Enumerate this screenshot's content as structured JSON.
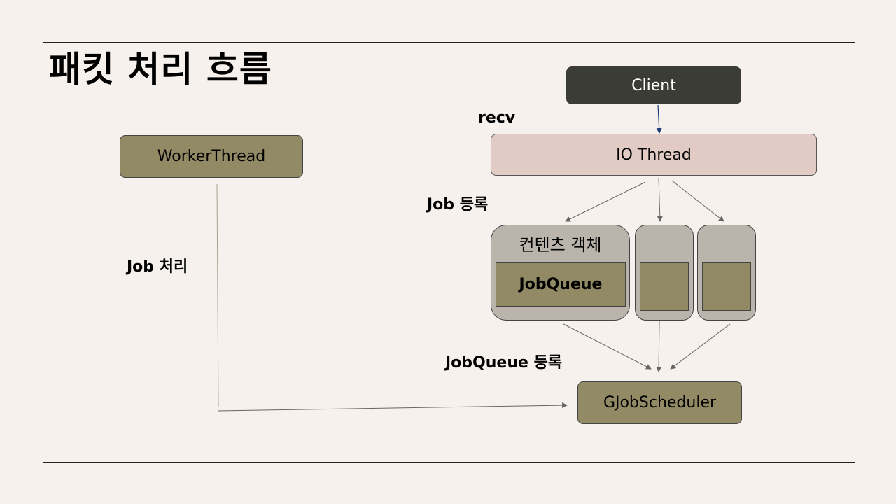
{
  "slide": {
    "title": "패킷 처리 흐름"
  },
  "nodes": {
    "client": "Client",
    "io_thread": "IO Thread",
    "worker_thread": "WorkerThread",
    "scheduler": "GJobScheduler",
    "content_object": "컨텐츠 객체",
    "job_queue": "JobQueue"
  },
  "edge_labels": {
    "recv": "recv",
    "job_register": "Job 등록",
    "job_process": "Job 처리",
    "jobqueue_register": "JobQueue 등록"
  },
  "colors": {
    "background": "#f6f1ed",
    "client": "#3b3c36",
    "io_thread": "#e2cbc5",
    "olive": "#918a64",
    "content": "#bab4ac",
    "client_arrow": "#1f3a7a",
    "arrow": "#666666"
  }
}
